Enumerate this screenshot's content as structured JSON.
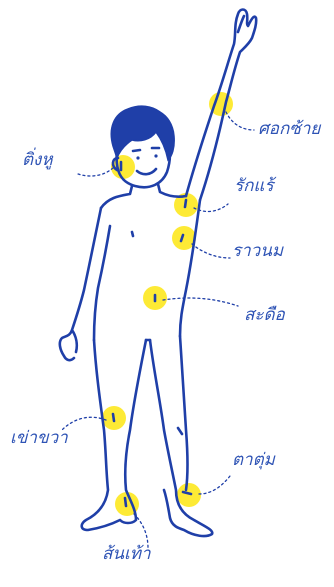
{
  "colors": {
    "spot": "#fde92a",
    "ink": "#1f3fa8",
    "text": "#2f54b5"
  },
  "points": [
    {
      "id": "elbow",
      "label": "ศอกซ้าย"
    },
    {
      "id": "ear",
      "label": "ติ่งหู"
    },
    {
      "id": "armpit",
      "label": "รักแร้"
    },
    {
      "id": "nipple",
      "label": "ราวนม"
    },
    {
      "id": "navel",
      "label": "สะดือ"
    },
    {
      "id": "knee",
      "label": "เข่าขวา"
    },
    {
      "id": "ankle",
      "label": "ตาตุ่ม"
    },
    {
      "id": "heel",
      "label": "ส้นเท้า"
    }
  ]
}
